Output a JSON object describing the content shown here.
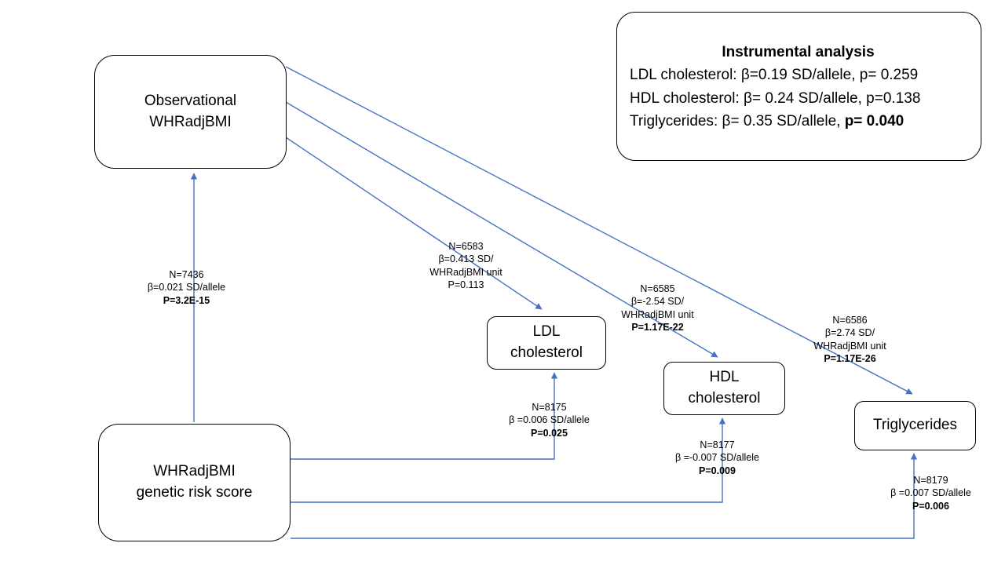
{
  "colors": {
    "arrow": "#4472C4",
    "box_border": "#000000",
    "background": "#FFFFFF"
  },
  "nodes": {
    "observational": {
      "label": "Observational\nWHRadjBMI"
    },
    "genetic_risk_score": {
      "label": "WHRadjBMI\ngenetic risk score"
    },
    "ldl": {
      "label": "LDL\ncholesterol"
    },
    "hdl": {
      "label": "HDL\ncholesterol"
    },
    "triglycerides": {
      "label": "Triglycerides"
    }
  },
  "instrumental": {
    "title": "Instrumental analysis",
    "ldl_line": "LDL cholesterol: β=0.19 SD/allele, p= 0.259",
    "hdl_line": "HDL cholesterol: β= 0.24 SD/allele, p=0.138",
    "tg_line_prefix": "Triglycerides: β= 0.35 SD/allele, ",
    "tg_line_p": "p= 0.040"
  },
  "edges": {
    "grs_to_observational": {
      "n": "N=7436",
      "beta": "β=0.021 SD/allele",
      "p": "P=3.2E-15"
    },
    "obs_to_ldl": {
      "n": "N=6583",
      "beta": "β=0.413 SD/",
      "beta2": "WHRadjBMI unit",
      "p": "P=0.113"
    },
    "obs_to_hdl": {
      "n": "N=6585",
      "beta": "β=-2.54 SD/",
      "beta2": "WHRadjBMI unit",
      "p": "P=1.17E-22"
    },
    "obs_to_tg": {
      "n": "N=6586",
      "beta": "β=2.74 SD/",
      "beta2": "WHRadjBMI unit",
      "p": "P=1.17E-26"
    },
    "grs_to_ldl": {
      "n": "N=8175",
      "beta": "β =0.006 SD/allele",
      "p": "P=0.025"
    },
    "grs_to_hdl": {
      "n": "N=8177",
      "beta": "β =-0.007 SD/allele",
      "p": "P=0.009"
    },
    "grs_to_tg": {
      "n": "N=8179",
      "beta": "β =0.007 SD/allele",
      "p": "P=0.006"
    }
  }
}
